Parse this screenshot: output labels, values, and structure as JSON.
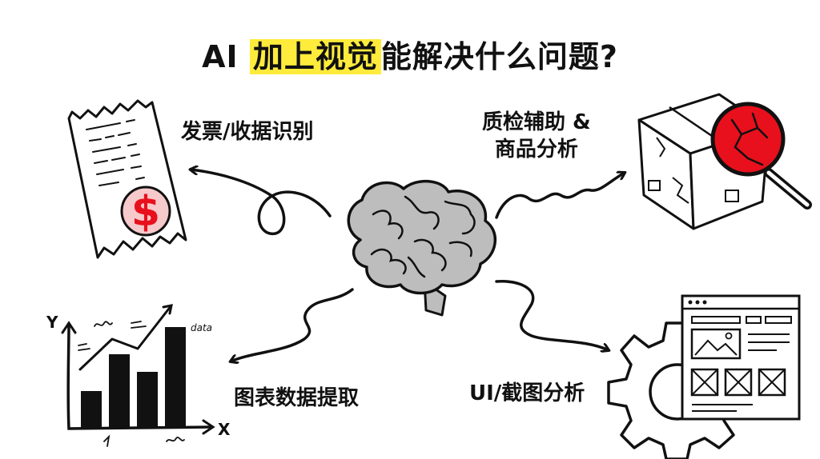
{
  "title": {
    "prefix": "AI ",
    "highlight": "加上视觉",
    "suffix": "能解决什么问题?"
  },
  "branches": {
    "receipt_label": "发票/收据识别",
    "qc_label_line1": "质检辅助 &",
    "qc_label_line2": "商品分析",
    "chart_label": "图表数据提取",
    "ui_label": "UI/截图分析"
  },
  "illustration_text": {
    "receipt_symbol": "$",
    "chart_y_axis": "Y",
    "chart_x_axis": "X",
    "chart_note": "data"
  },
  "colors": {
    "accent_red": "#e8101c",
    "highlight_yellow": "#ffeb3b",
    "brain_gray": "#bdbdbd",
    "ink": "#111111"
  },
  "icons": [
    "receipt-icon",
    "brain-icon",
    "damaged-box-icon",
    "magnifier-icon",
    "bar-chart-icon",
    "gear-icon",
    "webpage-wireframe-icon"
  ]
}
